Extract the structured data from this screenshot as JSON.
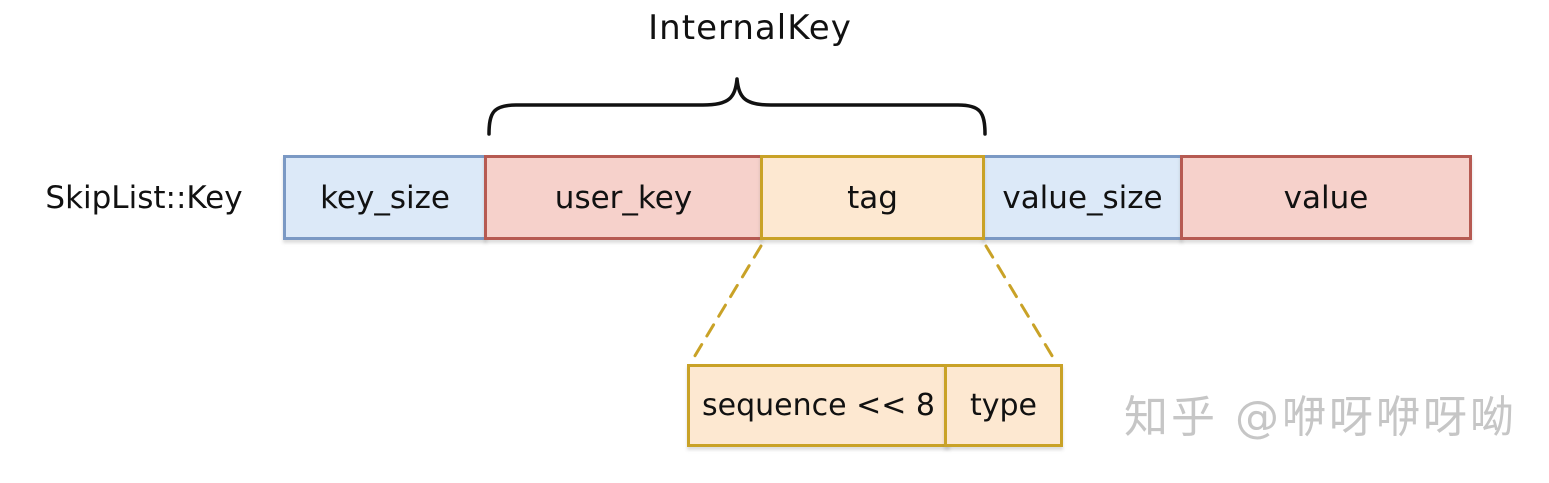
{
  "diagram": {
    "title": "InternalKey",
    "row_label": "SkipList::Key",
    "segments": [
      {
        "label": "key_size",
        "fill": "#dce9f8",
        "border": "#7b99c4"
      },
      {
        "label": "user_key",
        "fill": "#f6d1cb",
        "border": "#b65a52"
      },
      {
        "label": "tag",
        "fill": "#fde8d1",
        "border": "#c9a227"
      },
      {
        "label": "value_size",
        "fill": "#dce9f8",
        "border": "#7b99c4"
      },
      {
        "label": "value",
        "fill": "#f6d1cb",
        "border": "#b65a52"
      }
    ],
    "tag_expansion": [
      {
        "label": "sequence << 8",
        "fill": "#fde8d1",
        "border": "#c9a227"
      },
      {
        "label": "type",
        "fill": "#fde8d1",
        "border": "#c9a227"
      }
    ],
    "colors": {
      "brace": "#111111",
      "dashed_line": "#c9a227",
      "text": "#111111",
      "watermark": "#c6c6c6"
    },
    "watermark": "知乎 @咿呀咿呀呦"
  }
}
